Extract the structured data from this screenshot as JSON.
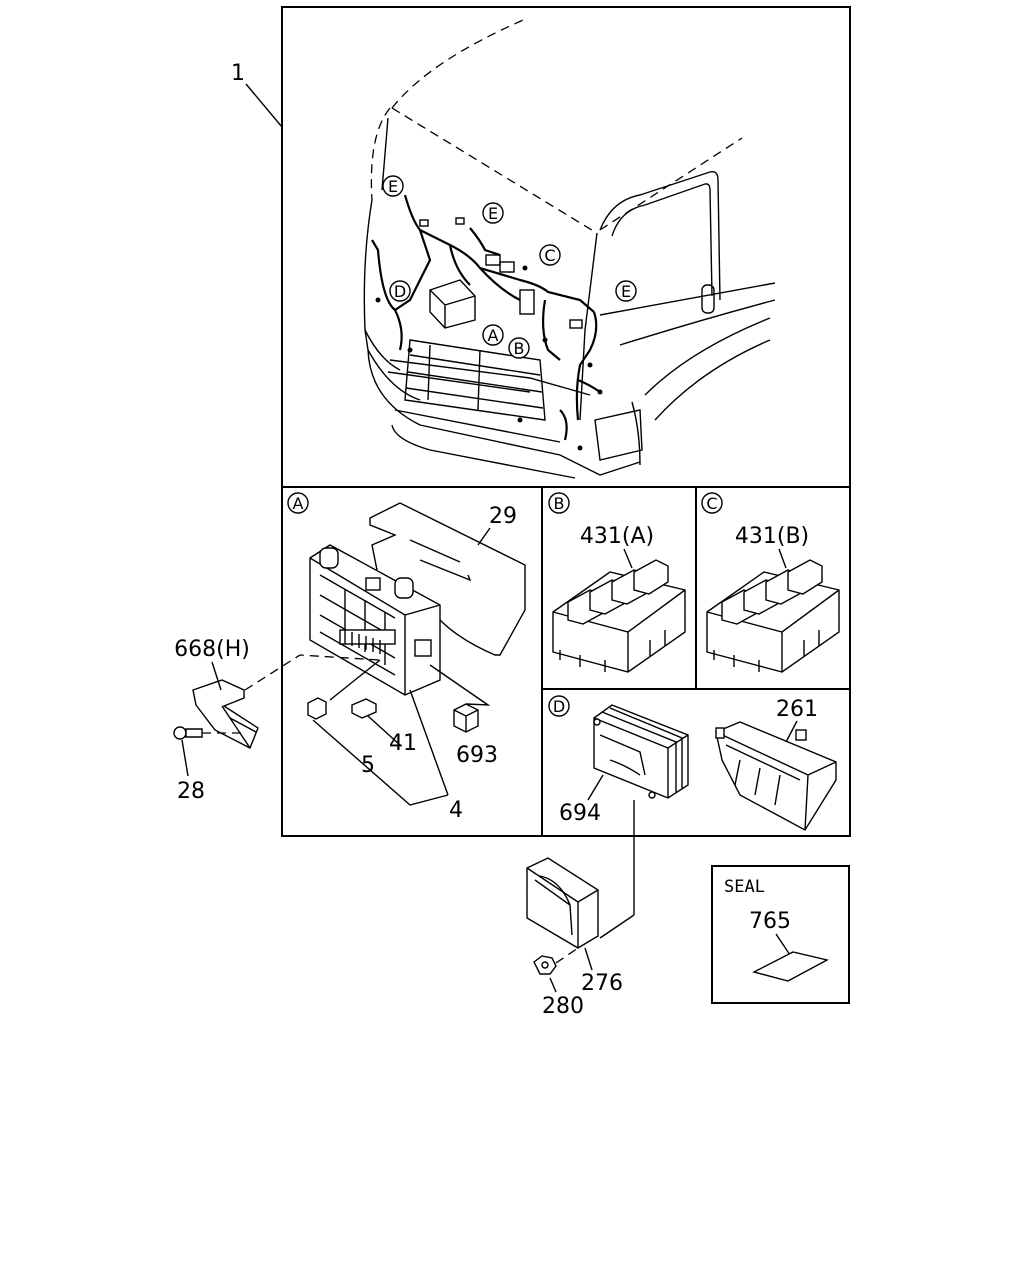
{
  "callouts": {
    "harness": "1",
    "fuse_box_cover": "29",
    "bracket": "668(H)",
    "bolt": "28",
    "fuse_a": "5",
    "fuse_b": "41",
    "fuse_box": "4",
    "relay": "693",
    "connector_a": "431(A)",
    "connector_b": "431(B)",
    "cover_261": "261",
    "controller": "694",
    "module_276": "276",
    "nut": "280",
    "seal_part": "765"
  },
  "detail_letters": {
    "a": "A",
    "b": "B",
    "c": "C",
    "d": "D",
    "e": "E"
  },
  "seal_box": {
    "title": "SEAL"
  }
}
